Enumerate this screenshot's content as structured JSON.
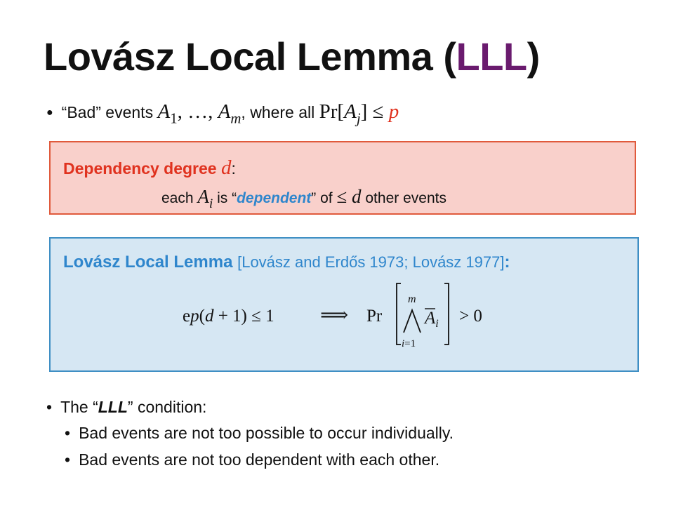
{
  "title": {
    "prefix": "Lovász Local Lemma (",
    "accent": "LLL",
    "suffix": ")",
    "accent_color": "#6a1b6e"
  },
  "bullet1": {
    "text_before": "“Bad” events ",
    "text_after": ", where all "
  },
  "dependency_box": {
    "heading": "Dependency degree ",
    "heading_colon": ":",
    "body_before": "each ",
    "body_mid1": " is “",
    "body_em": "dependent",
    "body_mid2": "” of ",
    "body_after": " other events",
    "bg_color": "#f9d0cb",
    "border_color": "#e05a3c"
  },
  "lemma_box": {
    "heading": "Lovász Local Lemma",
    "citation": "[Lovász and Erdős 1973; Lovász 1977]",
    "colon": ":",
    "bg_color": "#d6e7f3",
    "border_color": "#3f8fc4"
  },
  "bullets": {
    "condition_before": "The “",
    "condition_em": "LLL",
    "condition_after": "” condition:",
    "sub1": "Bad events are not too possible to occur individually.",
    "sub2": "Bad events are not too dependent with each other."
  }
}
